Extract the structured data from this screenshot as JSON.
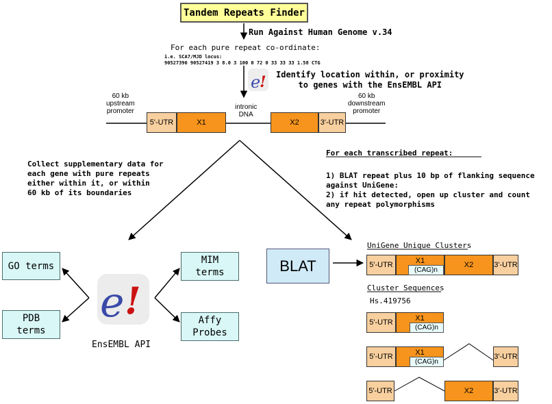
{
  "title": "Tandem Repeats Finder",
  "step_run": "Run Against Human Genome v.34",
  "coord_header": "For each pure repeat co-ordinate:",
  "locus_example_label": "i.e. SCA7/MJD locus:",
  "locus_example_values": "90527396 90527419 3 8.0 3 100 0 72 0 33 33 33 1.58 CTG",
  "ensembl_logo_text": "e!",
  "identify_text": "Identify location within, or proximity\nto genes with the EnsEMBL API",
  "gene_model": {
    "upstream_label": "60 kb\nupstream\npromoter",
    "downstream_label": "60 kb\ndownstream\npromoter",
    "intronic_label": "intronic\nDNA",
    "utr5": "5'-UTR",
    "x1": "X1",
    "x2": "X2",
    "utr3": "3'-UTR"
  },
  "left_note": "Collect supplementary data for\neach gene with pure repeats\neither within it, or within\n60 kb of its boundaries",
  "right_note_title": "For each transcribed repeat:",
  "right_note_body": "1) BLAT repeat plus 10 bp of flanking sequence\nagainst UniGene:\n2) if hit detected, open up cluster and count\nany repeat polymorphisms",
  "terms": {
    "go": "GO terms",
    "pdb": "PDB\nterms",
    "mim": "MIM\nterms",
    "affy": "Affy\nProbes"
  },
  "ensembl_api_label": "EnsEMBL API",
  "blat_label": "BLAT",
  "unigene_heading": "UniGene Unique Clusters",
  "cluster_heading": "Cluster Sequences",
  "cluster_id": "Hs.419756",
  "cag_label": "(CAG)n",
  "colors": {
    "title_bg": "#ffff99",
    "utr": "#f8cf9e",
    "exon": "#f7941d",
    "term_bg": "#d9f7f7",
    "blat_bg": "#d0eaf7",
    "logo_red": "#cc1111",
    "logo_blue": "#3b4aa8"
  }
}
